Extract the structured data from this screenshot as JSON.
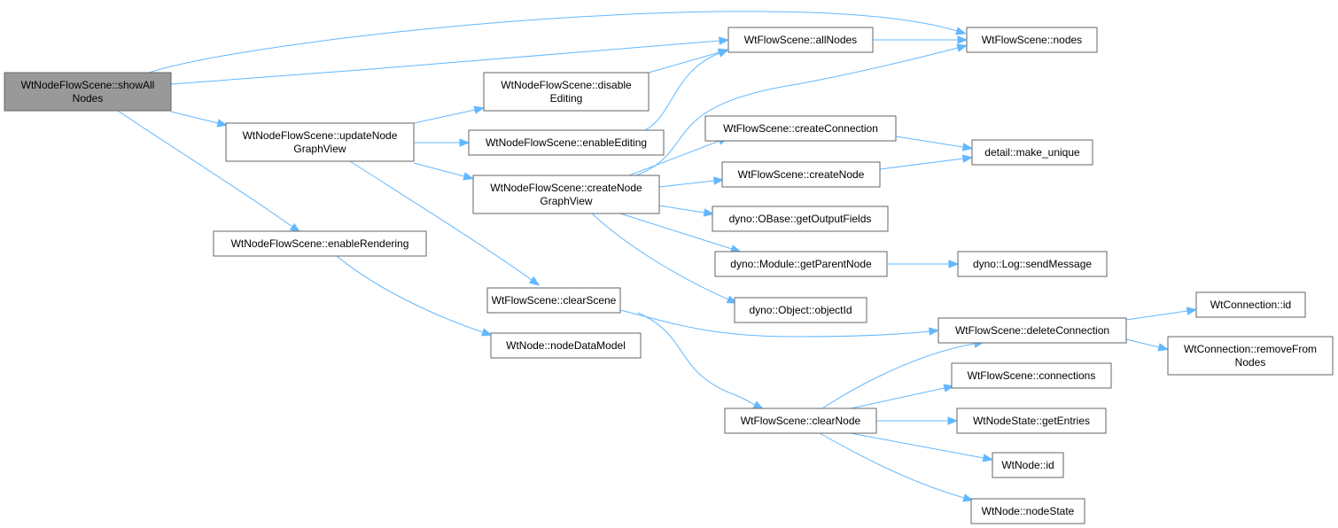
{
  "graph": {
    "edge_color": "#63b8ff",
    "root_fill": "#999999",
    "node_border": "#666666",
    "nodes": [
      {
        "id": "showAll",
        "lines": [
          "WtNodeFlowScene::showAll",
          "Nodes"
        ],
        "root": true
      },
      {
        "id": "updateNode",
        "lines": [
          "WtNodeFlowScene::updateNode",
          "GraphView"
        ]
      },
      {
        "id": "enableRendering",
        "lines": [
          "WtNodeFlowScene::enableRendering"
        ]
      },
      {
        "id": "disableEditing",
        "lines": [
          "WtNodeFlowScene::disable",
          "Editing"
        ]
      },
      {
        "id": "enableEditing",
        "lines": [
          "WtNodeFlowScene::enableEditing"
        ]
      },
      {
        "id": "createNodeGraph",
        "lines": [
          "WtNodeFlowScene::createNode",
          "GraphView"
        ]
      },
      {
        "id": "clearScene",
        "lines": [
          "WtFlowScene::clearScene"
        ]
      },
      {
        "id": "nodeDataModel",
        "lines": [
          "WtNode::nodeDataModel"
        ]
      },
      {
        "id": "allNodes",
        "lines": [
          "WtFlowScene::allNodes"
        ]
      },
      {
        "id": "createConnection",
        "lines": [
          "WtFlowScene::createConnection"
        ]
      },
      {
        "id": "createNode",
        "lines": [
          "WtFlowScene::createNode"
        ]
      },
      {
        "id": "getOutputFields",
        "lines": [
          "dyno::OBase::getOutputFields"
        ]
      },
      {
        "id": "getParentNode",
        "lines": [
          "dyno::Module::getParentNode"
        ]
      },
      {
        "id": "objectId",
        "lines": [
          "dyno::Object::objectId"
        ]
      },
      {
        "id": "clearNode",
        "lines": [
          "WtFlowScene::clearNode"
        ]
      },
      {
        "id": "nodes",
        "lines": [
          "WtFlowScene::nodes"
        ]
      },
      {
        "id": "makeUnique",
        "lines": [
          "detail::make_unique"
        ]
      },
      {
        "id": "sendMessage",
        "lines": [
          "dyno::Log::sendMessage"
        ]
      },
      {
        "id": "deleteConnection",
        "lines": [
          "WtFlowScene::deleteConnection"
        ]
      },
      {
        "id": "connections",
        "lines": [
          "WtFlowScene::connections"
        ]
      },
      {
        "id": "getEntries",
        "lines": [
          "WtNodeState::getEntries"
        ]
      },
      {
        "id": "nodeId",
        "lines": [
          "WtNode::id"
        ]
      },
      {
        "id": "nodeState",
        "lines": [
          "WtNode::nodeState"
        ]
      },
      {
        "id": "connectionId",
        "lines": [
          "WtConnection::id"
        ]
      },
      {
        "id": "removeFromNodes",
        "lines": [
          "WtConnection::removeFrom",
          "Nodes"
        ]
      }
    ],
    "edges": [
      {
        "from": "showAll",
        "to": "nodes"
      },
      {
        "from": "showAll",
        "to": "allNodes"
      },
      {
        "from": "showAll",
        "to": "updateNode"
      },
      {
        "from": "showAll",
        "to": "enableRendering"
      },
      {
        "from": "updateNode",
        "to": "disableEditing"
      },
      {
        "from": "updateNode",
        "to": "enableEditing"
      },
      {
        "from": "updateNode",
        "to": "createNodeGraph"
      },
      {
        "from": "updateNode",
        "to": "clearScene"
      },
      {
        "from": "enableRendering",
        "to": "nodeDataModel"
      },
      {
        "from": "disableEditing",
        "to": "allNodes"
      },
      {
        "from": "enableEditing",
        "to": "allNodes"
      },
      {
        "from": "allNodes",
        "to": "nodes"
      },
      {
        "from": "createNodeGraph",
        "to": "nodes"
      },
      {
        "from": "createNodeGraph",
        "to": "createConnection"
      },
      {
        "from": "createNodeGraph",
        "to": "createNode"
      },
      {
        "from": "createNodeGraph",
        "to": "getOutputFields"
      },
      {
        "from": "createNodeGraph",
        "to": "getParentNode"
      },
      {
        "from": "createNodeGraph",
        "to": "objectId"
      },
      {
        "from": "createConnection",
        "to": "makeUnique"
      },
      {
        "from": "createNode",
        "to": "makeUnique"
      },
      {
        "from": "getParentNode",
        "to": "sendMessage"
      },
      {
        "from": "clearScene",
        "to": "deleteConnection"
      },
      {
        "from": "clearScene",
        "to": "clearNode"
      },
      {
        "from": "deleteConnection",
        "to": "connectionId"
      },
      {
        "from": "deleteConnection",
        "to": "removeFromNodes"
      },
      {
        "from": "clearNode",
        "to": "deleteConnection"
      },
      {
        "from": "clearNode",
        "to": "connections"
      },
      {
        "from": "clearNode",
        "to": "getEntries"
      },
      {
        "from": "clearNode",
        "to": "nodeId"
      },
      {
        "from": "clearNode",
        "to": "nodeState"
      }
    ]
  }
}
